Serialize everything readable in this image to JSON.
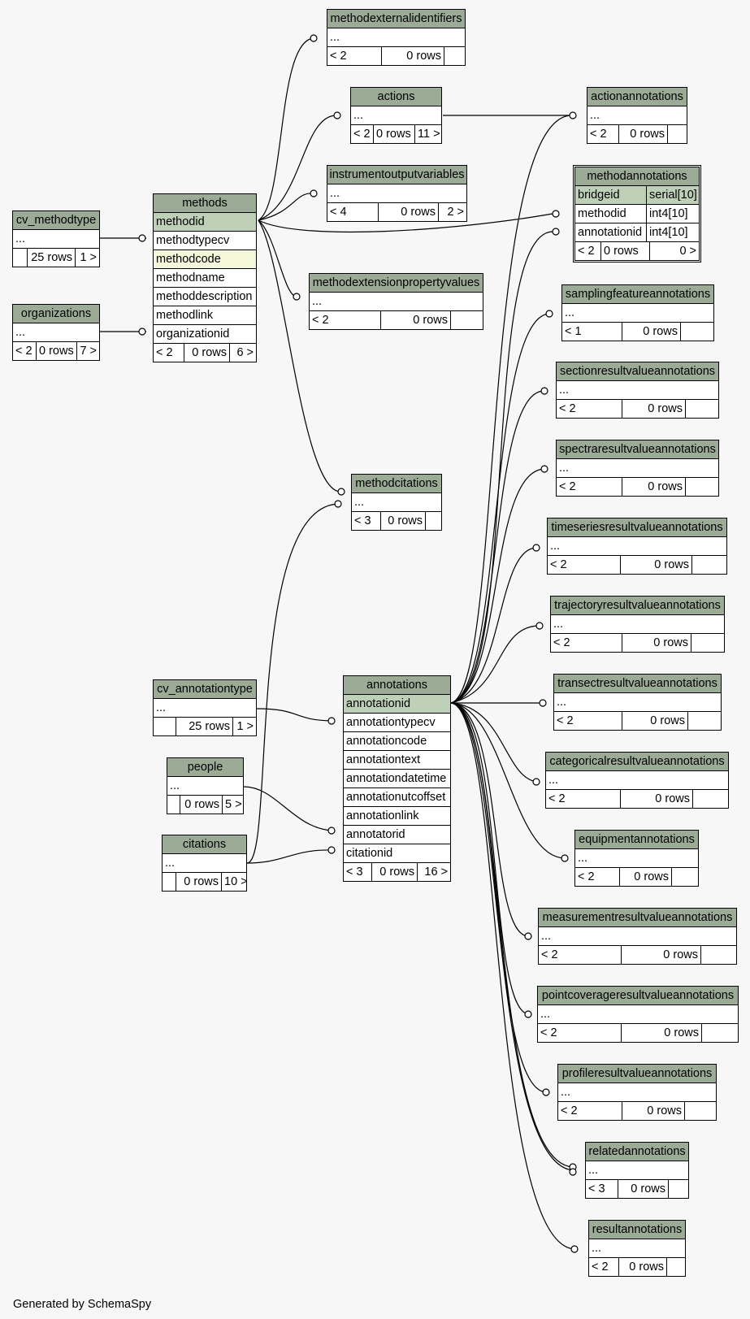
{
  "footer": "Generated by SchemaSpy",
  "tables": {
    "methodexternalidentifiers": {
      "name": "methodexternalidentifiers",
      "rows": [
        "..."
      ],
      "foot": [
        "< 2",
        "0 rows",
        ""
      ]
    },
    "actions": {
      "name": "actions",
      "rows": [
        "..."
      ],
      "foot": [
        "< 2",
        "0 rows",
        "11 >"
      ]
    },
    "actionannotations": {
      "name": "actionannotations",
      "rows": [
        "..."
      ],
      "foot": [
        "< 2",
        "0 rows",
        ""
      ]
    },
    "instrumentoutputvariables": {
      "name": "instrumentoutputvariables",
      "rows": [
        "..."
      ],
      "foot": [
        "< 4",
        "0 rows",
        "2 >"
      ]
    },
    "methodannotations": {
      "name": "methodannotations",
      "cols": [
        [
          "bridgeid",
          "serial[10]"
        ],
        [
          "methodid",
          "int4[10]"
        ],
        [
          "annotationid",
          "int4[10]"
        ]
      ],
      "foot": [
        "< 2",
        "0 rows",
        "0 >"
      ]
    },
    "cv_methodtype": {
      "name": "cv_methodtype",
      "rows": [
        "..."
      ],
      "foot": [
        "",
        "25 rows",
        "1 >"
      ]
    },
    "methods": {
      "name": "methods",
      "rows": [
        "methodid",
        "methodtypecv",
        "methodcode",
        "methodname",
        "methoddescription",
        "methodlink",
        "organizationid"
      ],
      "foot": [
        "< 2",
        "0 rows",
        "6 >"
      ]
    },
    "organizations": {
      "name": "organizations",
      "rows": [
        "..."
      ],
      "foot": [
        "< 2",
        "0 rows",
        "7 >"
      ]
    },
    "methodextensionpropertyvalues": {
      "name": "methodextensionpropertyvalues",
      "rows": [
        "..."
      ],
      "foot": [
        "< 2",
        "0 rows",
        ""
      ]
    },
    "samplingfeatureannotations": {
      "name": "samplingfeatureannotations",
      "rows": [
        "..."
      ],
      "foot": [
        "< 1",
        "0 rows",
        ""
      ]
    },
    "sectionresultvalueannotations": {
      "name": "sectionresultvalueannotations",
      "rows": [
        "..."
      ],
      "foot": [
        "< 2",
        "0 rows",
        ""
      ]
    },
    "spectraresultvalueannotations": {
      "name": "spectraresultvalueannotations",
      "rows": [
        "..."
      ],
      "foot": [
        "< 2",
        "0 rows",
        ""
      ]
    },
    "methodcitations": {
      "name": "methodcitations",
      "rows": [
        "..."
      ],
      "foot": [
        "< 3",
        "0 rows",
        ""
      ]
    },
    "timeseriesresultvalueannotations": {
      "name": "timeseriesresultvalueannotations",
      "rows": [
        "..."
      ],
      "foot": [
        "< 2",
        "0 rows",
        ""
      ]
    },
    "trajectoryresultvalueannotations": {
      "name": "trajectoryresultvalueannotations",
      "rows": [
        "..."
      ],
      "foot": [
        "< 2",
        "0 rows",
        ""
      ]
    },
    "cv_annotationtype": {
      "name": "cv_annotationtype",
      "rows": [
        "..."
      ],
      "foot": [
        "",
        "25 rows",
        "1 >"
      ]
    },
    "annotations": {
      "name": "annotations",
      "rows": [
        "annotationid",
        "annotationtypecv",
        "annotationcode",
        "annotationtext",
        "annotationdatetime",
        "annotationutcoffset",
        "annotationlink",
        "annotatorid",
        "citationid"
      ],
      "foot": [
        "< 3",
        "0 rows",
        "16 >"
      ]
    },
    "transectresultvalueannotations": {
      "name": "transectresultvalueannotations",
      "rows": [
        "..."
      ],
      "foot": [
        "< 2",
        "0 rows",
        ""
      ]
    },
    "people": {
      "name": "people",
      "rows": [
        "..."
      ],
      "foot": [
        "",
        "0 rows",
        "5 >"
      ]
    },
    "categoricalresultvalueannotations": {
      "name": "categoricalresultvalueannotations",
      "rows": [
        "..."
      ],
      "foot": [
        "< 2",
        "0 rows",
        ""
      ]
    },
    "citations": {
      "name": "citations",
      "rows": [
        "..."
      ],
      "foot": [
        "",
        "0 rows",
        "10 >"
      ]
    },
    "equipmentannotations": {
      "name": "equipmentannotations",
      "rows": [
        "..."
      ],
      "foot": [
        "< 2",
        "0 rows",
        ""
      ]
    },
    "measurementresultvalueannotations": {
      "name": "measurementresultvalueannotations",
      "rows": [
        "..."
      ],
      "foot": [
        "< 2",
        "0 rows",
        ""
      ]
    },
    "pointcoverageresultvalueannotations": {
      "name": "pointcoverageresultvalueannotations",
      "rows": [
        "..."
      ],
      "foot": [
        "< 2",
        "0 rows",
        ""
      ]
    },
    "profileresultvalueannotations": {
      "name": "profileresultvalueannotations",
      "rows": [
        "..."
      ],
      "foot": [
        "< 2",
        "0 rows",
        ""
      ]
    },
    "relatedannotations": {
      "name": "relatedannotations",
      "rows": [
        "..."
      ],
      "foot": [
        "< 3",
        "0 rows",
        ""
      ]
    },
    "resultannotations": {
      "name": "resultannotations",
      "rows": [
        "..."
      ],
      "foot": [
        "< 2",
        "0 rows",
        ""
      ]
    }
  }
}
